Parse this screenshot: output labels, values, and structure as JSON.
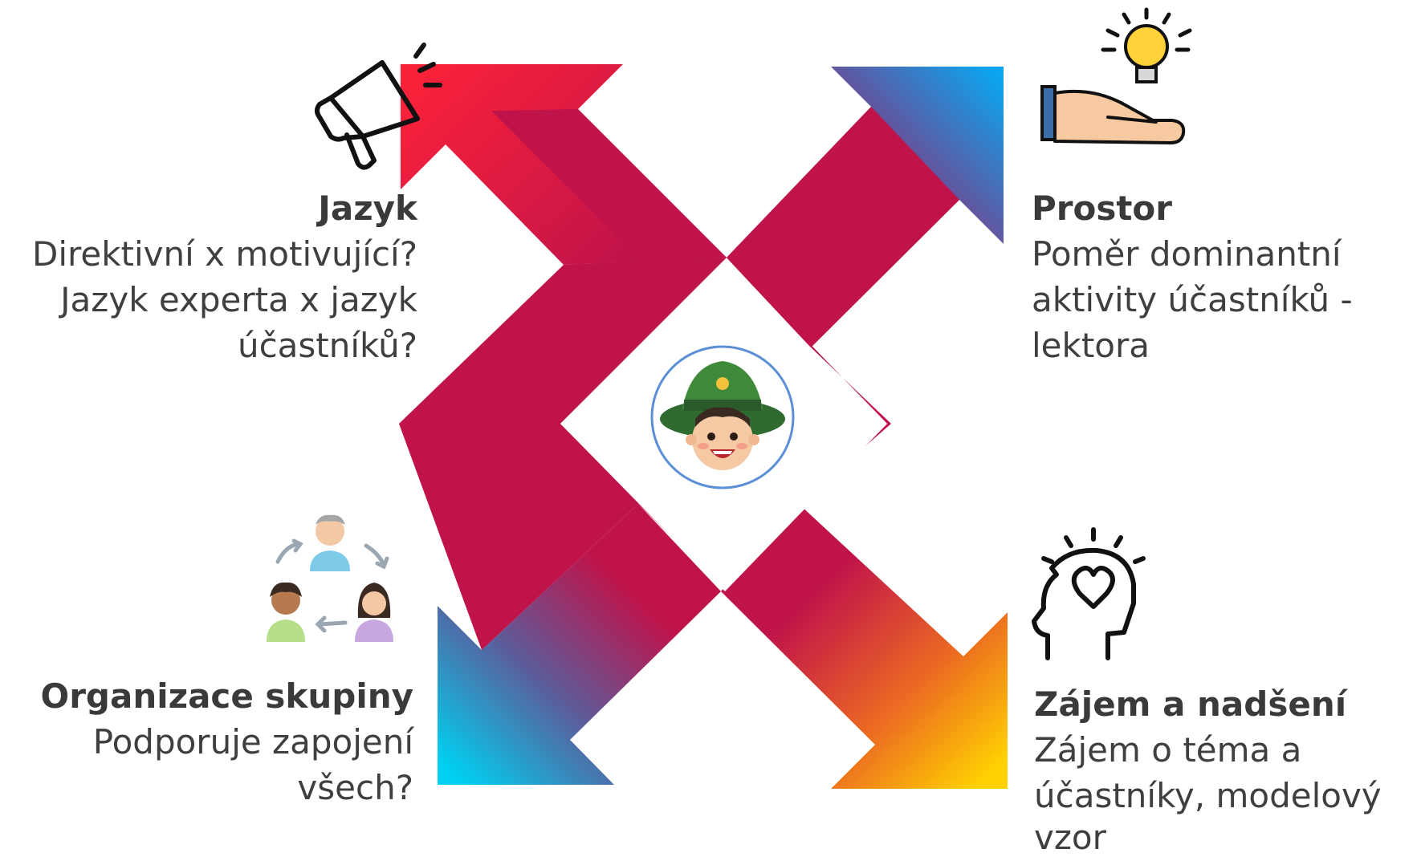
{
  "blocks": {
    "language": {
      "title": "Jazyk",
      "lines": [
        "Direktivní x motivující?",
        "Jazyk experta x jazyk",
        "účastníků?"
      ]
    },
    "space": {
      "title": "Prostor",
      "lines": [
        "Poměr dominantní",
        "aktivity účastníků -",
        "lektora"
      ]
    },
    "group": {
      "title": "Organizace skupiny",
      "lines": [
        "Podporuje zapojení",
        "všech?"
      ]
    },
    "interest": {
      "title": "Zájem a nadšení",
      "lines": [
        "Zájem o téma a",
        "účastníky, modelový",
        "vzor"
      ]
    }
  },
  "icons": [
    "megaphone-icon",
    "hand-lightbulb-icon",
    "group-rotation-icon",
    "head-heart-icon",
    "ranger-avatar-icon"
  ],
  "colors": {
    "red": "#f7213a",
    "crimson": "#c0134a",
    "blue": "#0aa6f0",
    "indigo": "#5a5aa0",
    "cyan": "#00d0f0",
    "orange": "#f08020",
    "yellow": "#ffd200",
    "text": "#3f3f3f",
    "circle_border": "#5b8fd6"
  }
}
